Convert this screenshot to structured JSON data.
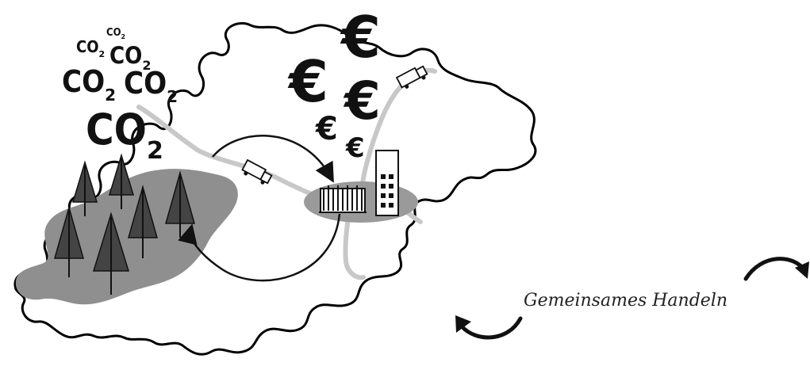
{
  "diagram": {
    "caption": "Gemeinsames Handeln",
    "co2_labels": [
      {
        "main": "CO",
        "sub": "2"
      },
      {
        "main": "CO",
        "sub": "2"
      },
      {
        "main": "CO",
        "sub": "2"
      },
      {
        "main": "CO",
        "sub": "2"
      },
      {
        "main": "CO",
        "sub": "2"
      },
      {
        "main": "CO",
        "sub": "2"
      }
    ],
    "euro_symbols": [
      "€",
      "€",
      "€",
      "€",
      "€"
    ],
    "icons": [
      "region-outline-map",
      "forest-area",
      "tree-icon",
      "truck-icon",
      "factory-icon",
      "building-icon",
      "cycle-arrow-icon",
      "curved-arrow-icon"
    ],
    "colors": {
      "outline": "#000000",
      "forest_area": "#8f8f8f",
      "town_area": "#9a9a9a",
      "road": "#c8c8c8",
      "tree": "#444444",
      "text": "#111111"
    }
  }
}
